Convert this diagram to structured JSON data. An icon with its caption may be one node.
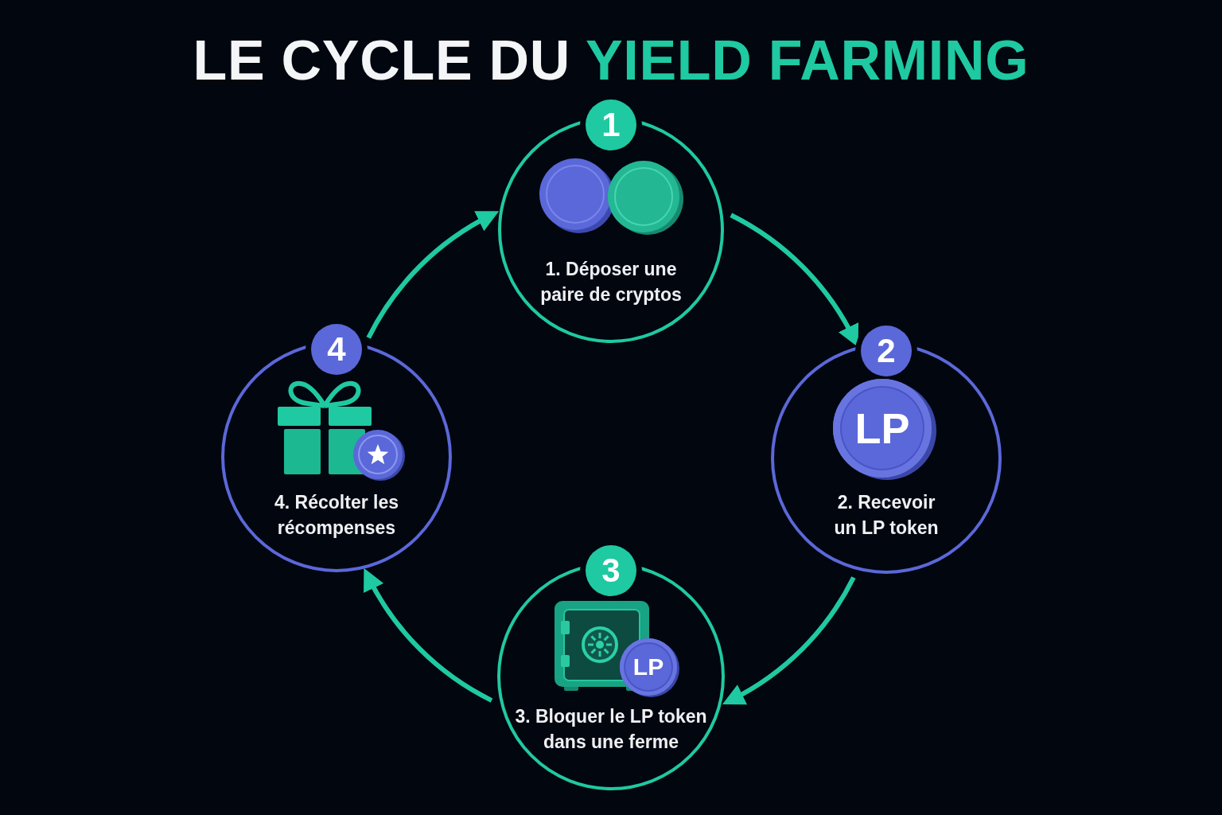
{
  "diagram": {
    "title": "LE CYCLE DU YIELD FARMING",
    "nodes": [
      {
        "text": [
          "1",
          "1. Déposer une paire de cryptos"
        ]
      },
      {
        "text": [
          "2",
          "LP",
          "2. Recevoir un LP token"
        ]
      },
      {
        "text": [
          "3",
          "LP",
          "3. Bloquer le LP token dans une ferme"
        ]
      },
      {
        "text": [
          "4",
          "4. Récolter les récompenses"
        ]
      }
    ],
    "edges": [
      {
        "from": 0,
        "to": 1,
        "arrow": "to"
      },
      {
        "from": 1,
        "to": 2,
        "arrow": "to"
      },
      {
        "from": 2,
        "to": 3,
        "arrow": "to"
      },
      {
        "from": 3,
        "to": 0,
        "arrow": "to"
      }
    ]
  }
}
